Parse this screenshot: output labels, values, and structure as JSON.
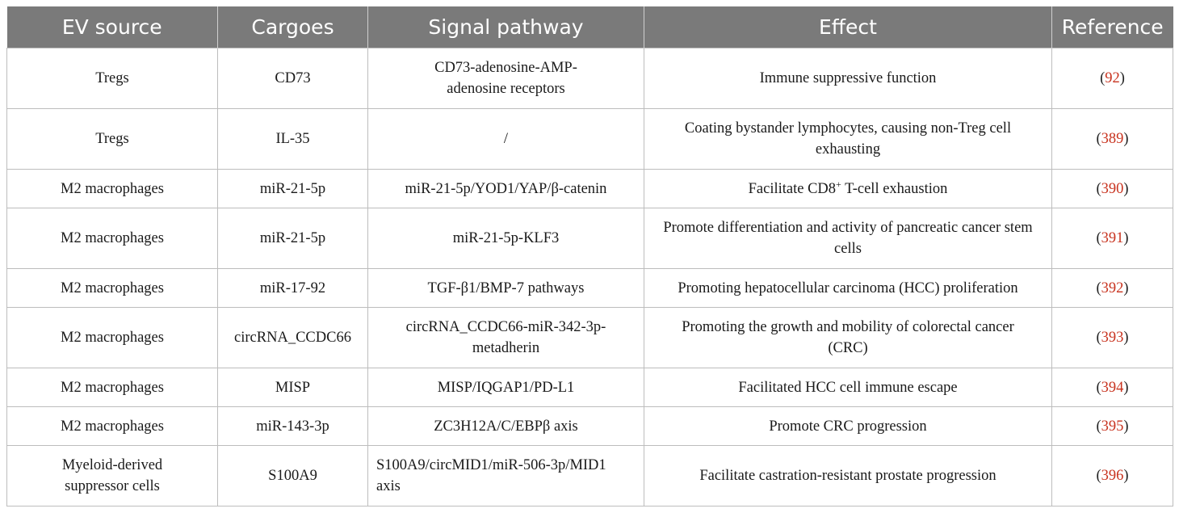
{
  "headers": [
    "EV source",
    "Cargoes",
    "Signal pathway",
    "Effect",
    "Reference"
  ],
  "rows": [
    {
      "source": "Tregs",
      "cargo": "CD73",
      "pathway": "CD73-adenosine-AMP-adenosine receptors",
      "effect": "Immune suppressive function",
      "ref": "92"
    },
    {
      "source": "Tregs",
      "cargo": "IL-35",
      "pathway": "/",
      "effect": "Coating bystander lymphocytes, causing non-Treg cell exhausting",
      "ref": "389"
    },
    {
      "source": "M2 macrophages",
      "cargo": "miR-21-5p",
      "pathway": "miR-21-5p/YOD1/YAP/β-catenin",
      "effect_pre": "Facilitate CD8",
      "effect_sup": "+",
      "effect_post": " T-cell exhaustion",
      "ref": "390"
    },
    {
      "source": "M2 macrophages",
      "cargo": "miR-21-5p",
      "pathway": "miR-21-5p-KLF3",
      "effect": "Promote differentiation and activity of pancreatic cancer stem cells",
      "ref": "391"
    },
    {
      "source": "M2 macrophages",
      "cargo": "miR-17-92",
      "pathway": "TGF-β1/BMP-7 pathways",
      "effect": "Promoting hepatocellular carcinoma (HCC) proliferation",
      "ref": "392"
    },
    {
      "source": "M2 macrophages",
      "cargo": "circRNA_CCDC66",
      "pathway": "circRNA_CCDC66-miR-342-3p-metadherin",
      "effect": "Promoting the growth and mobility of colorectal cancer (CRC)",
      "ref": "393"
    },
    {
      "source": "M2 macrophages",
      "cargo": "MISP",
      "pathway": "MISP/IQGAP1/PD-L1",
      "effect": "Facilitated HCC cell immune escape",
      "ref": "394"
    },
    {
      "source": "M2 macrophages",
      "cargo": "miR-143-3p",
      "pathway": "ZC3H12A/C/EBPβ axis",
      "effect": "Promote CRC progression",
      "ref": "395"
    },
    {
      "source": "Myeloid-derived suppressor cells",
      "cargo": "S100A9",
      "pathway": "S100A9/circMID1/miR-506-3p/MID1 axis",
      "effect": "Facilitate castration-resistant prostate progression",
      "ref": "396"
    }
  ]
}
